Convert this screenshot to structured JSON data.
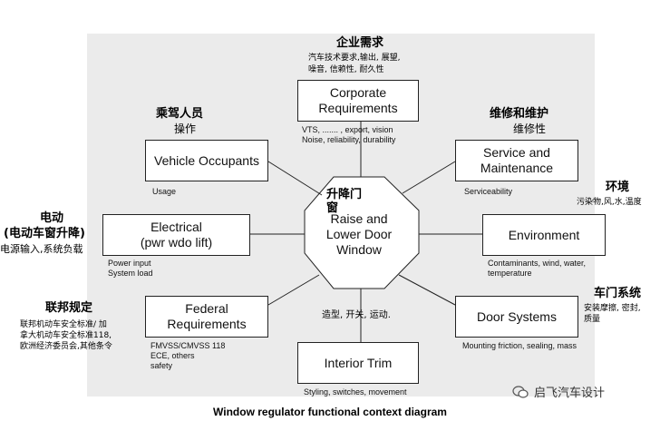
{
  "caption": "Window regulator functional context diagram",
  "watermark": "启飞汽车设计",
  "center": {
    "label": "Raise and\nLower Door\nWindow",
    "zh": "升降门\n窗"
  },
  "nodes": {
    "corporate": {
      "label": "Corporate\nRequirements",
      "caption": "VTS, ....... , export, vision",
      "caption2": "Noise, reliability, durability"
    },
    "occupants": {
      "label": "Vehicle Occupants",
      "caption": "Usage"
    },
    "service": {
      "label": "Service and\nMaintenance",
      "caption": "Serviceability"
    },
    "electrical": {
      "label": "Electrical\n(pwr wdo lift)",
      "caption": "Power input",
      "caption2": "System load"
    },
    "environment": {
      "label": "Environment",
      "caption": "Contaminants, wind, water,",
      "caption2": "temperature"
    },
    "federal": {
      "label": "Federal\nRequirements",
      "caption": "FMVSS/CMVSS 118",
      "caption2": "ECE, others",
      "caption3": "safety"
    },
    "door": {
      "label": "Door Systems",
      "caption": "Mounting friction, sealing, mass"
    },
    "interior": {
      "label": "Interior Trim",
      "caption": "Styling, switches, movement"
    }
  },
  "zh": {
    "corporate": {
      "heading": "企业需求",
      "line1": "汽车技术要求,输出, 展望,",
      "line2": "噪音, 信赖性, 耐久性"
    },
    "occupants": {
      "heading": "乘驾人员",
      "sub": "操作"
    },
    "service": {
      "heading": "维修和维护",
      "sub": "维修性"
    },
    "electrical": {
      "heading": "电动",
      "heading2": "(电动车窗升降)",
      "sub": "电源输入,系统负载"
    },
    "environment": {
      "heading": "环境",
      "sub": "污染物,风,水,温度"
    },
    "federal": {
      "heading": "联邦规定",
      "line1": "联邦机动车安全标准/ 加",
      "line2": "拿大机动车安全标准118,",
      "line3": "欧洲经济委员会,其他条令"
    },
    "door": {
      "heading": "车门系统",
      "line1": "安装摩擦, 密封,",
      "line2": "质量"
    },
    "interior": {
      "sub": "造型, 开关, 运动."
    }
  }
}
